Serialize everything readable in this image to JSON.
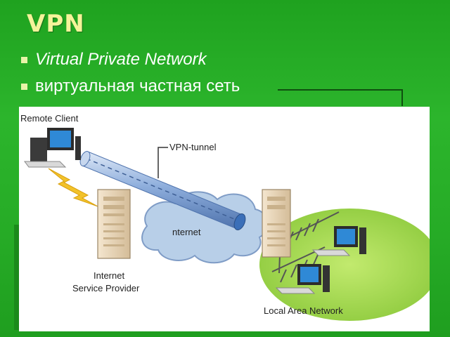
{
  "slide": {
    "title": "VPN",
    "bullets": [
      {
        "text": "Virtual Private Network"
      },
      {
        "text": "виртуальная частная сеть"
      }
    ]
  },
  "diagram": {
    "labels": {
      "remote_client": "Remote Client",
      "vpn_tunnel": "VPN-tunnel",
      "internet": "nternet",
      "isp_line1": "Internet",
      "isp_line2": "Service Provider",
      "lan": "Local Area Network"
    }
  },
  "colors": {
    "slide_green": "#2cb52c",
    "title_yellow": "#f6f39a",
    "cloud_blue": "#b8cfe8",
    "lan_green": "#9fd64a",
    "tunnel_blue": "#7b9bcf"
  }
}
